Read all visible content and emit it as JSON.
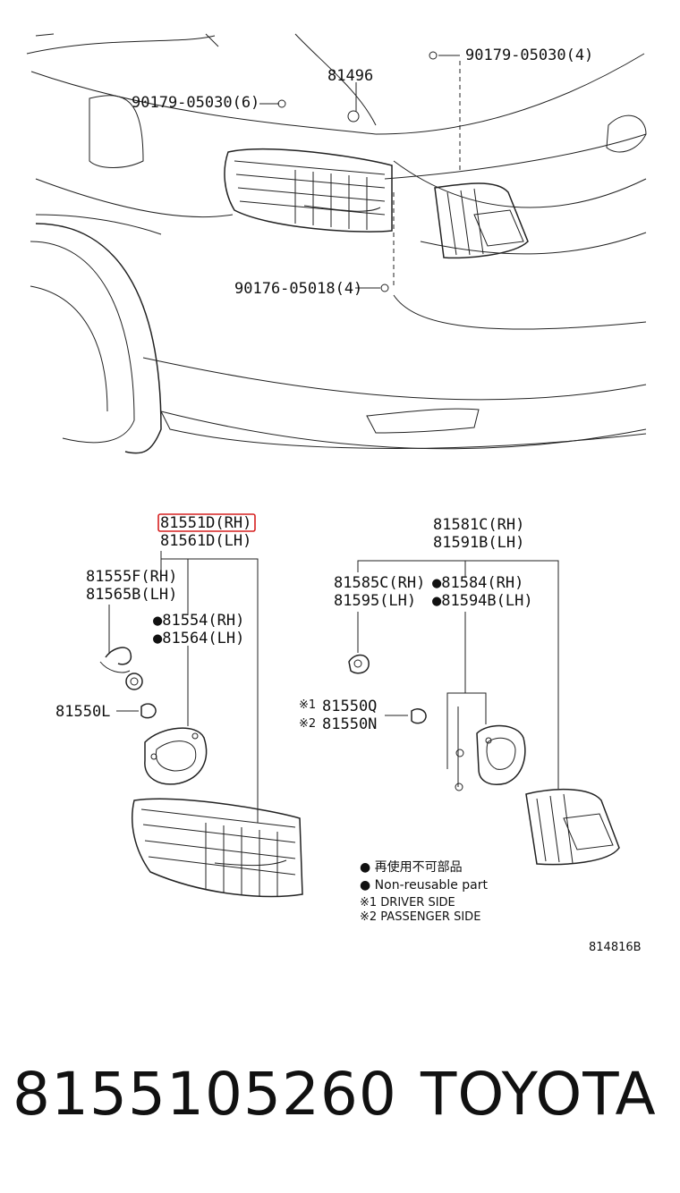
{
  "callouts": {
    "c1": "90179-05030(4)",
    "c2": "81496",
    "c3": "90179-05030(6)",
    "c4": "90176-05018(4)",
    "c5": "81551D(RH)",
    "c6": "81561D(LH)",
    "c7": "81555F(RH)",
    "c8": "81565B(LH)",
    "c9": "●81554(RH)",
    "c10": "●81564(LH)",
    "c11": "81550L",
    "c12": "81581C(RH)",
    "c13": "81591B(LH)",
    "c14": "81585C(RH)",
    "c15": "81595(LH)",
    "c16": "●81584(RH)",
    "c17": "●81594B(LH)",
    "c18": "81550Q",
    "c19": "81550N",
    "c18_mark": "※1",
    "c19_mark": "※2"
  },
  "legend": {
    "l1": "● 再使用不可部品",
    "l2": "● Non-reusable part",
    "l3": "※1  DRIVER SIDE",
    "l4": "※2  PASSENGER SIDE"
  },
  "diagram_code": "814816B",
  "footer": {
    "part_number": "8155105260",
    "brand": "TOYOTA"
  },
  "colors": {
    "highlight": "#d62020",
    "ink": "#222222"
  }
}
